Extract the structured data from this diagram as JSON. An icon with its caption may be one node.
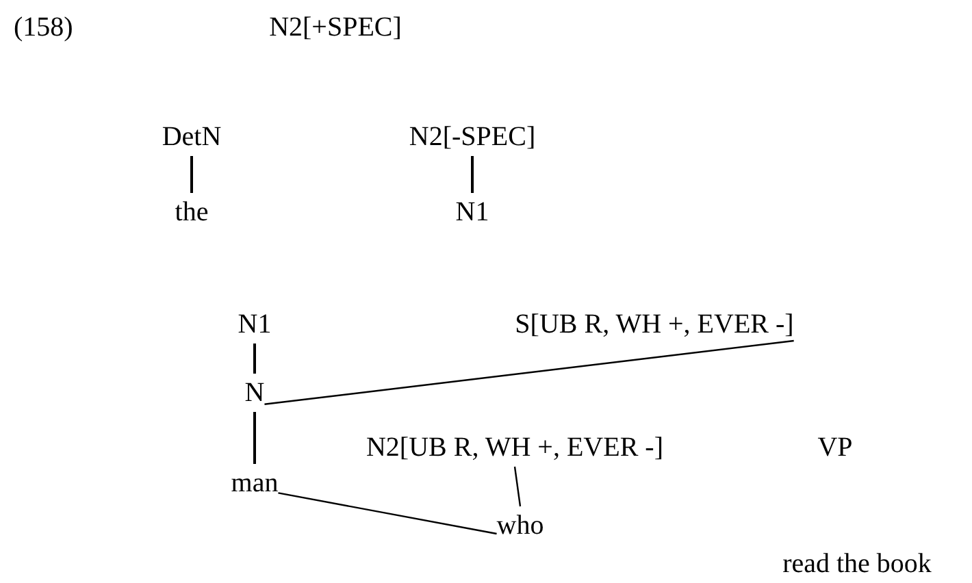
{
  "diagram": {
    "nodes": [
      {
        "text": [
          "N2[+SPEC]"
        ]
      },
      {
        "text": [
          "DetN"
        ]
      },
      {
        "text": [
          "N2[-SPEC]"
        ]
      },
      {
        "text": [
          "the"
        ]
      },
      {
        "text": [
          "N1"
        ]
      },
      {
        "text": [
          "N1"
        ]
      },
      {
        "text": [
          "S[UB R, WH +, EVER -]"
        ]
      },
      {
        "text": [
          "N"
        ]
      },
      {
        "text": [
          "N2[UB R, WH +, EVER -]"
        ]
      },
      {
        "text": [
          "VP"
        ]
      },
      {
        "text": [
          "man"
        ]
      },
      {
        "text": [
          "who"
        ]
      },
      {
        "text": [
          "read the book"
        ]
      }
    ],
    "edges": [
      {
        "from": 1,
        "to": 3,
        "arrow": "none"
      },
      {
        "from": 2,
        "to": 4,
        "arrow": "none"
      },
      {
        "from": 5,
        "to": 7,
        "arrow": "none"
      },
      {
        "from": 7,
        "to": 6,
        "arrow": "none"
      },
      {
        "from": 7,
        "to": 10,
        "arrow": "none"
      },
      {
        "from": 8,
        "to": 11,
        "arrow": "none"
      },
      {
        "from": 10,
        "to": 11,
        "arrow": "none"
      }
    ],
    "labels": [
      "(158)"
    ]
  }
}
